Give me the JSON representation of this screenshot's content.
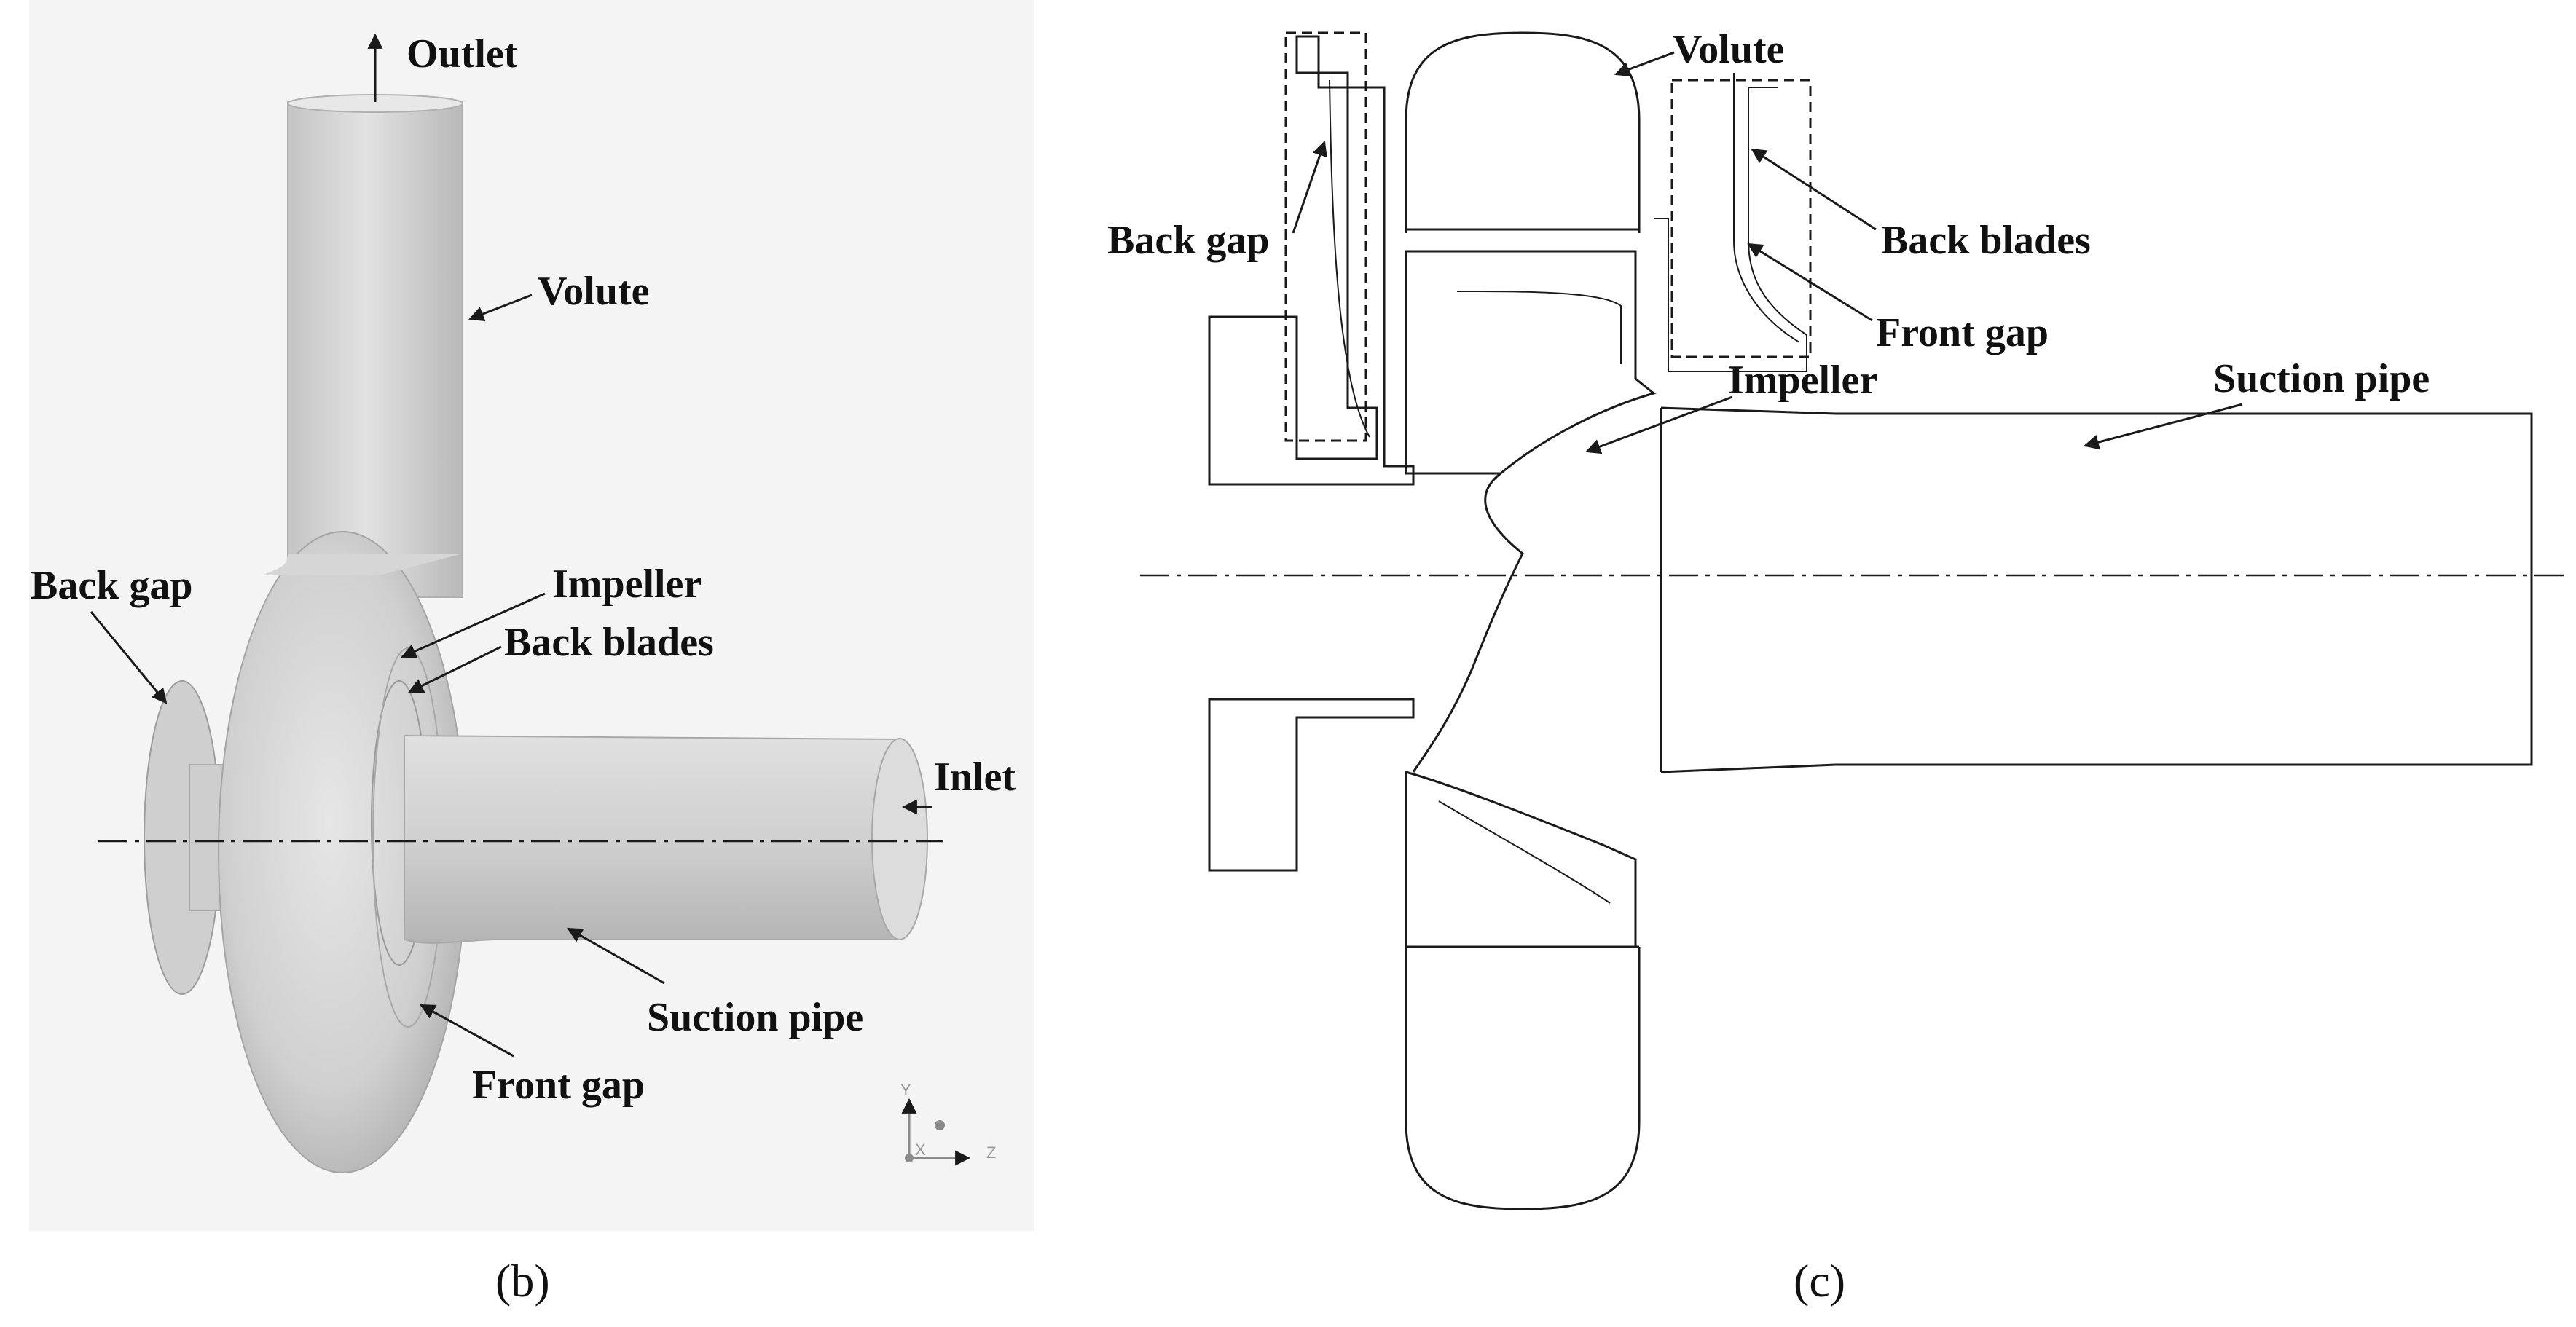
{
  "panel_b": {
    "caption": "(b)",
    "labels": {
      "outlet": "Outlet",
      "volute": "Volute",
      "back_gap": "Back gap",
      "impeller": "Impeller",
      "back_blades": "Back blades",
      "inlet": "Inlet",
      "suction_pipe": "Suction pipe",
      "front_gap": "Front gap"
    },
    "axes": {
      "y": "Y",
      "x": "X",
      "z": "Z"
    }
  },
  "panel_c": {
    "caption": "(c)",
    "labels": {
      "volute": "Volute",
      "back_gap": "Back gap",
      "back_blades": "Back blades",
      "front_gap": "Front gap",
      "impeller": "Impeller",
      "suction_pipe": "Suction pipe"
    }
  },
  "colors": {
    "render_bg": "#f4f4f4",
    "body": "#d2d2d2",
    "line": "#1a1a1a"
  }
}
